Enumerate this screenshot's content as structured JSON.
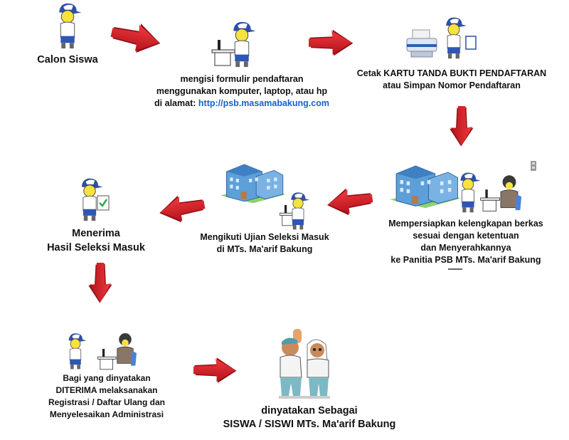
{
  "title": "Alur Pendaftaran PSB MTs. Ma'arif Bakung",
  "colors": {
    "arrow": "#d41f26",
    "link": "#1a5fd0",
    "text": "#111111"
  },
  "steps": [
    {
      "id": "calon-siswa",
      "icon": "student-icon",
      "lines": [
        "Calon Siswa"
      ]
    },
    {
      "id": "isi-formulir",
      "icon": "student-at-computer-icon",
      "lines": [
        "mengisi formulir pendaftaran",
        "menggunakan komputer, laptop, atau hp"
      ],
      "address_prefix": "di alamat:",
      "address_link": "http://psb.masamabakung.com"
    },
    {
      "id": "cetak-kartu",
      "icon": "printer-and-student-icon",
      "lines": [
        "Cetak KARTU TANDA BUKTI PENDAFTARAN",
        "atau Simpan Nomor Pendaftaran"
      ]
    },
    {
      "id": "persiapan-berkas",
      "icon": "school-and-desk-icon",
      "lines": [
        "Mempersiapkan kelengkapan berkas",
        "sesuai dengan ketentuan",
        "dan Menyerahkannya",
        "ke Panitia PSB MTs. Ma'arif Bakung"
      ]
    },
    {
      "id": "ujian-seleksi",
      "icon": "school-and-exam-icon",
      "lines": [
        "Mengikuti Ujian Seleksi Masuk",
        "di MTs. Ma'arif Bakung"
      ]
    },
    {
      "id": "hasil-seleksi",
      "icon": "student-with-checklist-icon",
      "lines": [
        "Menerima",
        "Hasil Seleksi Masuk"
      ]
    },
    {
      "id": "registrasi",
      "icon": "registration-desk-icon",
      "lines": [
        "Bagi yang dinyatakan",
        "DITERIMA melaksanakan",
        "Registrasi / Daftar Ulang dan",
        "Menyelesaikan Administrasi"
      ]
    },
    {
      "id": "siswa",
      "icon": "students-pair-icon",
      "lines": [
        "dinyatakan Sebagai",
        "SISWA / SISWI MTs. Ma'arif Bakung"
      ]
    }
  ],
  "arrows": [
    {
      "from": "calon-siswa",
      "to": "isi-formulir",
      "direction": "right-down"
    },
    {
      "from": "isi-formulir",
      "to": "cetak-kartu",
      "direction": "right"
    },
    {
      "from": "cetak-kartu",
      "to": "persiapan-berkas",
      "direction": "down"
    },
    {
      "from": "persiapan-berkas",
      "to": "ujian-seleksi",
      "direction": "left"
    },
    {
      "from": "ujian-seleksi",
      "to": "hasil-seleksi",
      "direction": "left"
    },
    {
      "from": "hasil-seleksi",
      "to": "registrasi",
      "direction": "down"
    },
    {
      "from": "registrasi",
      "to": "siswa",
      "direction": "right"
    }
  ]
}
